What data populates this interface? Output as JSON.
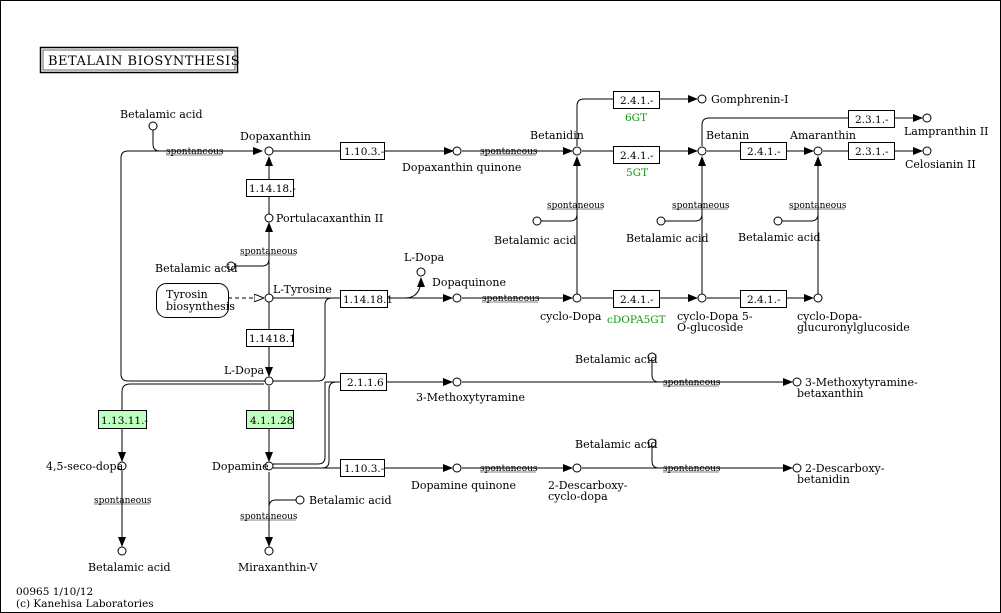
{
  "title": "BETALAIN BIOSYNTHESIS",
  "footer": {
    "line1": "00965 1/10/12",
    "line2": "(c) Kanehisa Laboratories"
  },
  "link_text": "Tyrosin biosynthesis",
  "spontaneous": "spontaneous",
  "compounds": {
    "betalamic_acid": "Betalamic acid",
    "dopaxanthin": "Dopaxanthin",
    "dopaxanthin_quinone": "Dopaxanthin quinone",
    "portulacaxanthin_ii": "Portulacaxanthin II",
    "l_tyrosine": "L-Tyrosine",
    "l_dopa": "L-Dopa",
    "dopaquinone": "Dopaquinone",
    "betanidin": "Betanidin",
    "gomphrenin_i": "Gomphrenin-I",
    "betanin": "Betanin",
    "amaranthin": "Amaranthin",
    "lampranthin_ii": "Lampranthin II",
    "celosianin_ii": "Celosianin II",
    "cyclo_dopa": "cyclo-Dopa",
    "cyclo_dopa_glucoside": "cyclo-Dopa 5-O-glucoside",
    "cyclo_dopa_glucuronyl": "cyclo-Dopa-glucuronylglucoside",
    "methoxytyramine": "3-Methoxytyramine",
    "methoxytyramine_betaxanthin": "3-Methoxytyramine-betaxanthin",
    "seco_dopa": "4,5-seco-dopa",
    "dopamine": "Dopamine",
    "dopamine_quinone": "Dopamine quinone",
    "descarboxy_cyclo_dopa": "2-Descarboxy-cyclo-dopa",
    "descarboxy_betanidin": "2-Descarboxy-betanidin",
    "miraxanthin_v": "Miraxanthin-V"
  },
  "genes": {
    "g6gt": "6GT",
    "g5gt": "5GT",
    "gcdopa5gt": "cDOPA5GT"
  },
  "enzymes": [
    {
      "id": "e_1_10_3_a",
      "label": "1.10.3.-",
      "highlighted": false
    },
    {
      "id": "e_1_14_18_a",
      "label": "1.14.18.-",
      "highlighted": false
    },
    {
      "id": "e_1_14_18_1_h",
      "label": "1.14.18.1",
      "highlighted": false
    },
    {
      "id": "e_1_14_18_1_v",
      "label": "1.1418.1",
      "highlighted": false
    },
    {
      "id": "e_2_4_1_gomph",
      "label": "2.4.1.-",
      "highlighted": false
    },
    {
      "id": "e_2_4_1_betanin",
      "label": "2.4.1.-",
      "highlighted": false
    },
    {
      "id": "e_2_4_1_amar",
      "label": "2.4.1.-",
      "highlighted": false
    },
    {
      "id": "e_2_3_1_lamp",
      "label": "2.3.1.-",
      "highlighted": false
    },
    {
      "id": "e_2_3_1_celo",
      "label": "2.3.1.-",
      "highlighted": false
    },
    {
      "id": "e_2_4_1_cyc1",
      "label": "2.4.1.-",
      "highlighted": false
    },
    {
      "id": "e_2_4_1_cyc2",
      "label": "2.4.1.-",
      "highlighted": false
    },
    {
      "id": "e_2_1_1_6",
      "label": "2.1.1.6",
      "highlighted": false
    },
    {
      "id": "e_1_13_11",
      "label": "1.13.11.-",
      "highlighted": true
    },
    {
      "id": "e_4_1_1_28",
      "label": "4.1.1.28",
      "highlighted": true
    },
    {
      "id": "e_1_10_3_b",
      "label": "1.10.3.-",
      "highlighted": false
    }
  ],
  "colors": {
    "highlight": "#bfffbf",
    "gene_text": "#0b9a0b",
    "line": "#000000"
  }
}
